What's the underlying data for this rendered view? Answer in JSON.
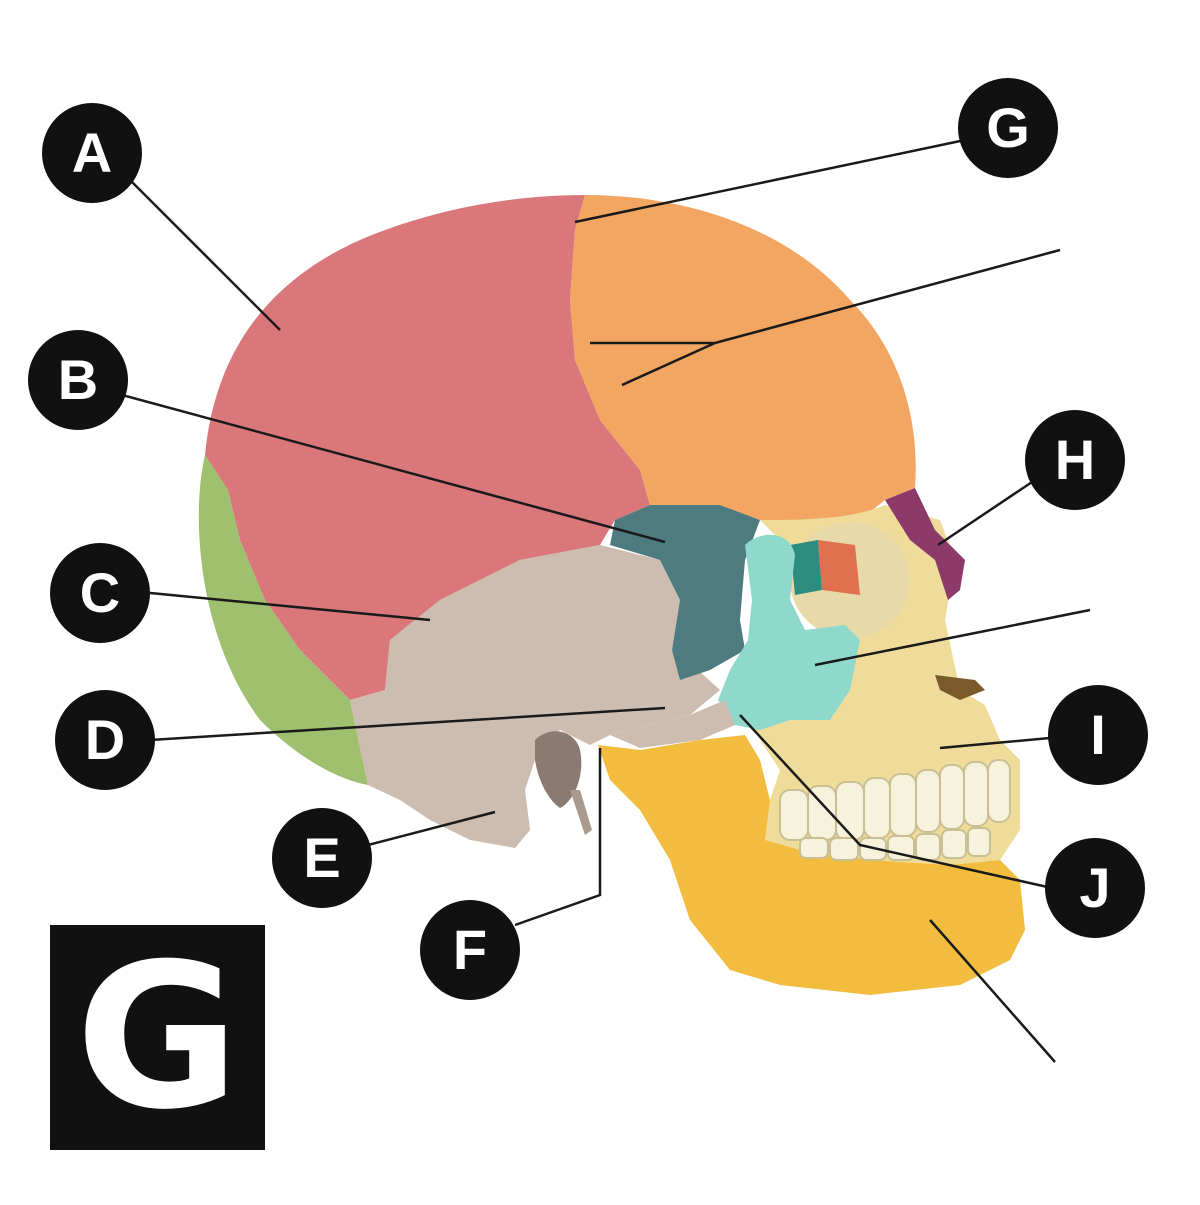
{
  "labels": {
    "A": "A",
    "B": "B",
    "C": "C",
    "D": "D",
    "E": "E",
    "F": "F",
    "G": "G",
    "H": "H",
    "I": "I",
    "J": "J"
  },
  "badge": "G",
  "colors": {
    "parietal": "#d9777a",
    "frontal": "#f2a661",
    "occipital": "#9fc06f",
    "temporal": "#cdbcb0",
    "sphenoid": "#4e7b7f",
    "zygomatic": "#8ed9cc",
    "nasal": "#8c3a6a",
    "maxilla": "#f0dc9a",
    "mandible": "#f2bd3e",
    "lacrimal": "#e07050",
    "ethmoid": "#2c8c80",
    "teeth": "#f7f2dc",
    "leader_line": "#1a1a1a",
    "callout_bg": "#111111",
    "callout_text": "#ffffff"
  }
}
